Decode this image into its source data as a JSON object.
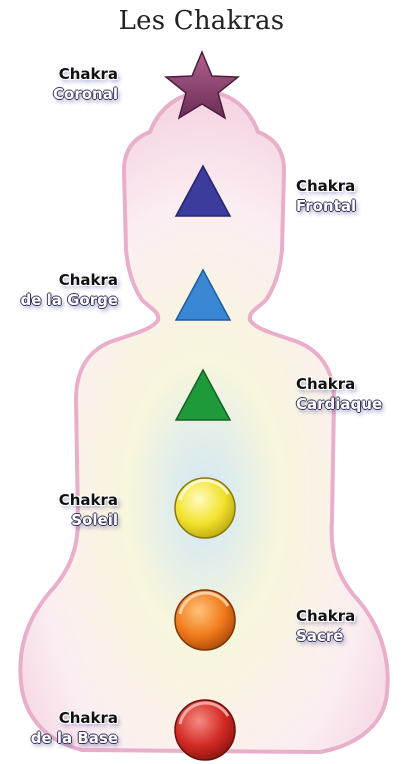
{
  "title": "Les Chakras",
  "chakras": [
    {
      "line1": "Chakra",
      "line2": "Coronal",
      "shape": "star",
      "color": "#8a3f6e"
    },
    {
      "line1": "Chakra",
      "line2": "Frontal",
      "shape": "triangle",
      "color": "#3b3c9c"
    },
    {
      "line1": "Chakra",
      "line2": "de la Gorge",
      "shape": "triangle",
      "color": "#3a87d6"
    },
    {
      "line1": "Chakra",
      "line2": "Cardiaque",
      "shape": "triangle",
      "color": "#1f9a3b"
    },
    {
      "line1": "Chakra",
      "line2": "Soleil",
      "shape": "circle",
      "color": "#f2e22a"
    },
    {
      "line1": "Chakra",
      "line2": "Sacré",
      "shape": "circle",
      "color": "#f07a1a"
    },
    {
      "line1": "Chakra",
      "line2": "de la Base",
      "shape": "circle",
      "color": "#d22a24"
    }
  ],
  "colors": {
    "silhouette_fill": "#fbeef2",
    "silhouette_outline": "#e8aeca",
    "glow": "#cfe6f6"
  }
}
